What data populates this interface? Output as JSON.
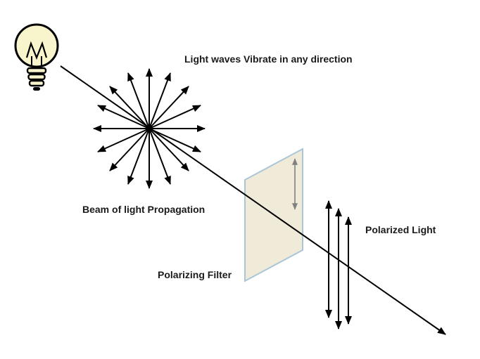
{
  "diagram": {
    "labels": {
      "vibrate": "Light waves Vibrate in any direction",
      "beam": "Beam of light Propagation",
      "filter": "Polarizing Filter",
      "polarized": "Polarized Light"
    },
    "icons": {
      "light_bulb": "light-bulb-icon",
      "starburst": "light-waves-starburst",
      "filter_axis_arrow": "filter-axis-arrow",
      "polarized_arrows": "polarized-light-arrows",
      "beam_arrow": "beam-propagation-arrow"
    },
    "colors": {
      "ink": "#000000",
      "background": "#ffffff",
      "bulb_fill": "#f8f4cc",
      "filter_fill": "#f0ebd8",
      "filter_border": "#a9c6d8",
      "filter_arrow": "#808080"
    }
  }
}
